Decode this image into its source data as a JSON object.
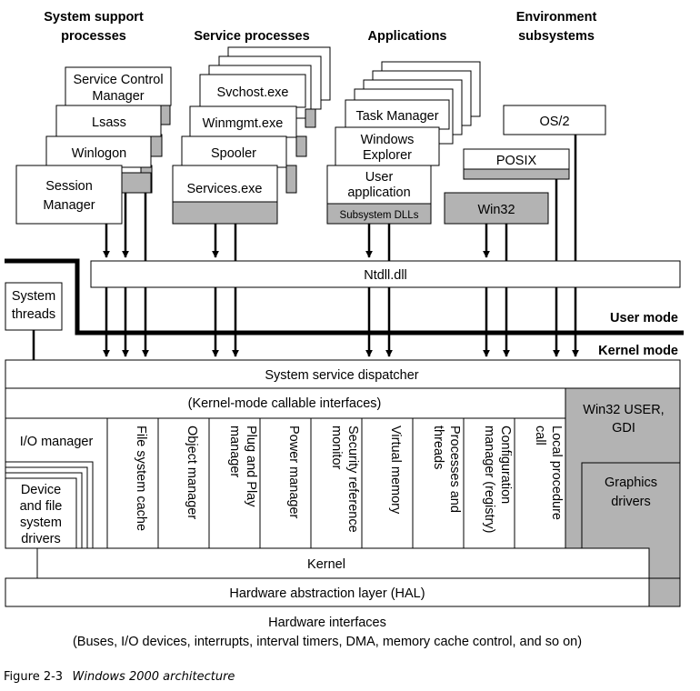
{
  "headers": {
    "system_support": [
      "System support",
      "processes"
    ],
    "service_processes": "Service processes",
    "applications": "Applications",
    "environment": [
      "Environment",
      "subsystems"
    ]
  },
  "system_support_processes": {
    "service_control_manager": [
      "Service Control",
      "Manager"
    ],
    "lsass": "Lsass",
    "winlogon": "Winlogon",
    "session_manager": [
      "Session",
      "Manager"
    ]
  },
  "service_processes": {
    "svchost": "Svchost.exe",
    "winmgmt": "Winmgmt.exe",
    "spooler": "Spooler",
    "services": "Services.exe"
  },
  "applications": {
    "task_manager": "Task Manager",
    "windows_explorer": [
      "Windows",
      "Explorer"
    ],
    "user_application": [
      "User",
      "application"
    ],
    "subsystem_dlls": "Subsystem DLLs"
  },
  "environment_subsystems": {
    "os2": "OS/2",
    "posix": "POSIX",
    "win32": "Win32"
  },
  "ntdll": "Ntdll.dll",
  "system_threads": [
    "System",
    "threads"
  ],
  "user_mode": "User mode",
  "kernel_mode": "Kernel mode",
  "system_service_dispatcher": "System service dispatcher",
  "kernel_callable": "(Kernel-mode callable interfaces)",
  "win32_user_gdi": [
    "Win32 USER,",
    "GDI"
  ],
  "graphics_drivers": [
    "Graphics",
    "drivers"
  ],
  "io_manager": "I/O manager",
  "device_drivers": [
    "Device",
    "and file",
    "system",
    "drivers"
  ],
  "executive_components": [
    [
      "File system cache"
    ],
    [
      "Object manager"
    ],
    [
      "Plug and Play",
      "manager"
    ],
    [
      "Power manager"
    ],
    [
      "Security reference",
      "monitor"
    ],
    [
      "Virtual memory"
    ],
    [
      "Processes and",
      "threads"
    ],
    [
      "Configuration",
      "manager (registry)"
    ],
    [
      "Local procedure",
      "call"
    ]
  ],
  "kernel": "Kernel",
  "hal": "Hardware abstraction layer (HAL)",
  "hardware_interfaces": "Hardware interfaces",
  "hardware_details": "(Buses, I/O devices, interrupts, interval timers, DMA, memory cache control, and so on)",
  "figure_label": "Figure 2-3",
  "figure_title": "Windows 2000 architecture",
  "colors": {
    "gray_fill": "#b3b3b3",
    "line": "#000000",
    "background": "#ffffff"
  }
}
